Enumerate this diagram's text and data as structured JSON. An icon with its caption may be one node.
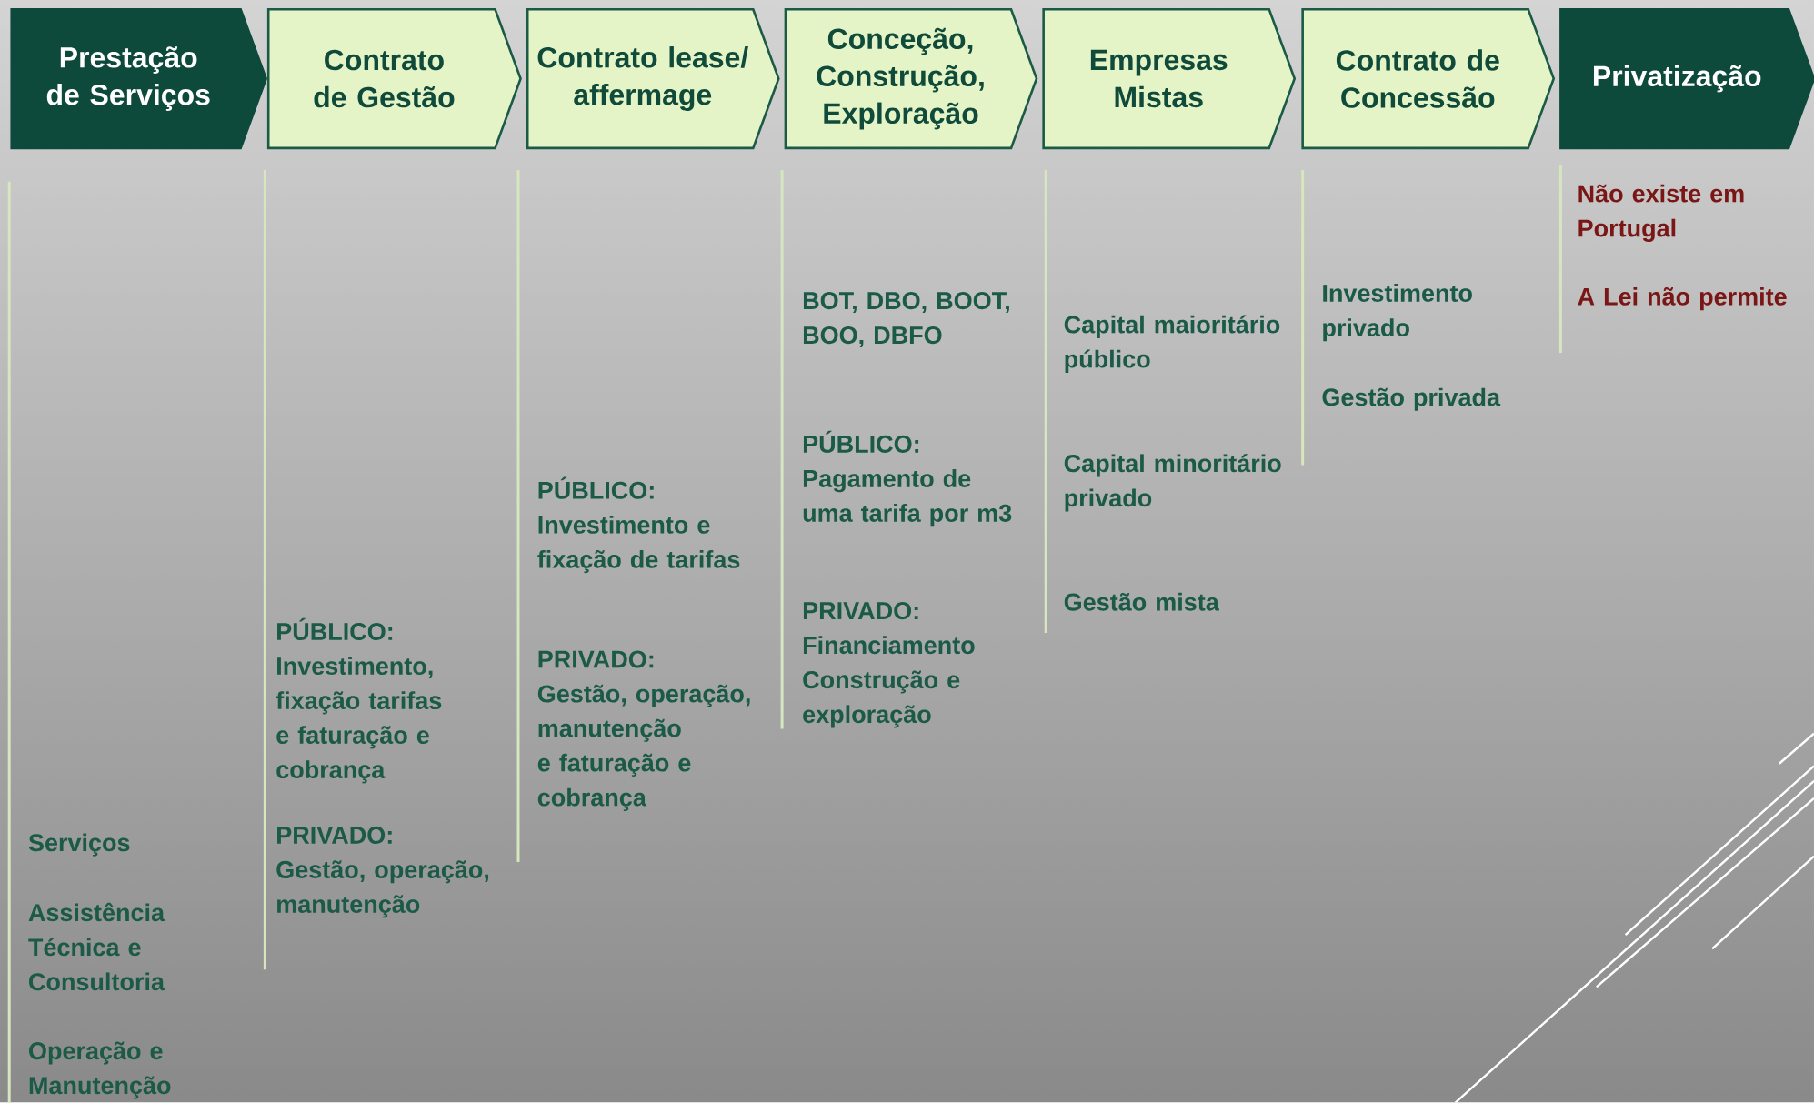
{
  "diagram": {
    "nodes": [
      {
        "text": [
          "Prestação de Serviços"
        ]
      },
      {
        "text": [
          "Contrato de Gestão"
        ]
      },
      {
        "text": [
          "Contrato lease/ affermage"
        ]
      },
      {
        "text": [
          "Conceção, Construção, Exploração"
        ]
      },
      {
        "text": [
          "Empresas Mistas"
        ]
      },
      {
        "text": [
          "Contrato de Concessão"
        ]
      },
      {
        "text": [
          "Privatização"
        ]
      }
    ],
    "edges": [],
    "labels": [
      "Serviços",
      "Assistência Técnica e Consultoria",
      "Operação e Manutenção",
      "PÚBLICO: Investimento, fixação tarifas e faturação e cobrança",
      "PRIVADO: Gestão, operação, manutenção",
      "PÚBLICO: Investimento e fixação de tarifas",
      "PRIVADO: Gestão, operação, manutenção e faturação e cobrança",
      "BOT, DBO, BOOT, BOO, DBFO",
      "PÚBLICO: Pagamento de uma tarifa por m3",
      "PRIVADO: Financiamento Construção e exploração",
      "Capital maioritário público",
      "Capital minoritário privado",
      "Gestão mista",
      "Investimento privado",
      "Gestão privada",
      "Não existe em Portugal",
      "A Lei não permite"
    ]
  }
}
